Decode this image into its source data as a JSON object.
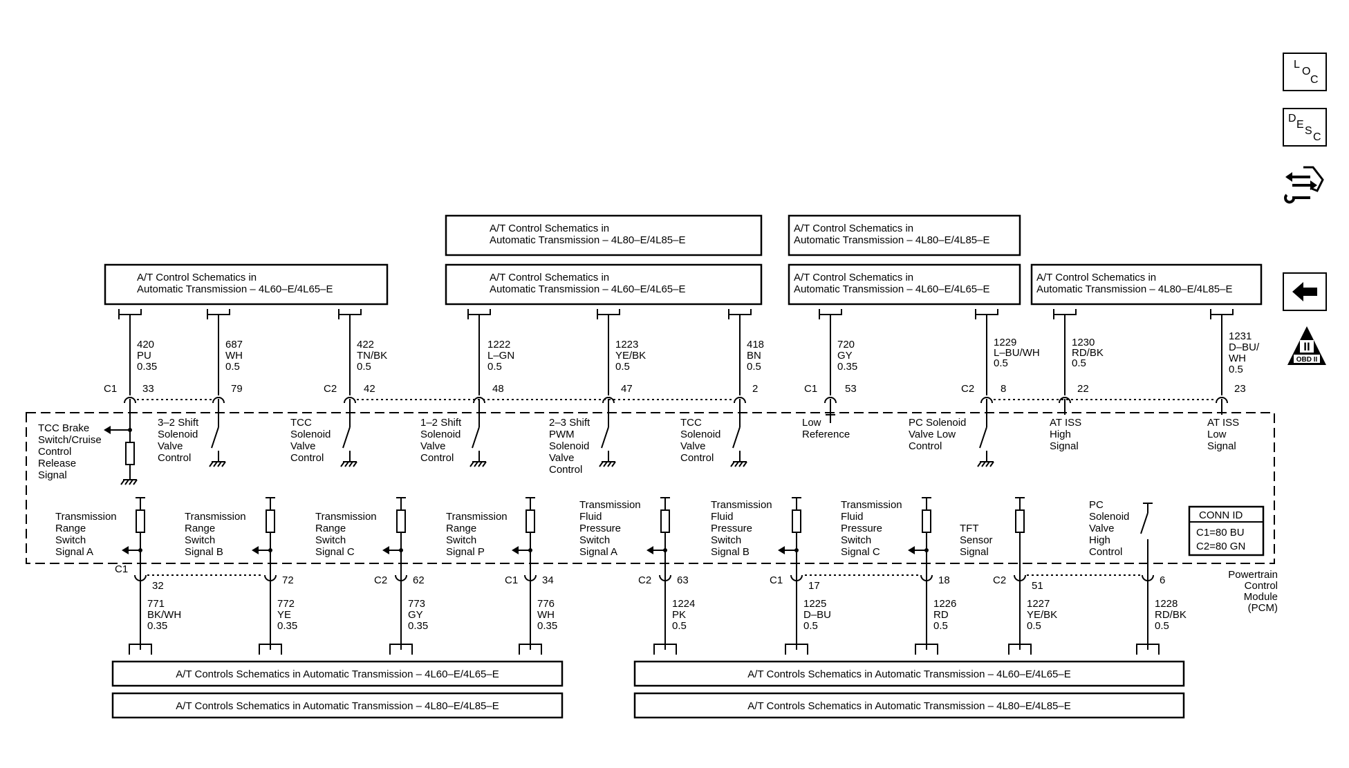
{
  "nav": {
    "loc": [
      "L",
      "O",
      "C"
    ],
    "desc": [
      "D",
      "E",
      "S",
      "C"
    ],
    "obd": "OBD II",
    "obd_roman": "II"
  },
  "top_boxes": [
    {
      "line1": "A/T Control Schematics in",
      "line2": "Automatic Transmission – 4L60–E/4L65–E"
    },
    {
      "line1": "A/T Control Schematics in",
      "line2": "Automatic Transmission – 4L80–E/4L85–E"
    },
    {
      "line1": "A/T Control Schematics in",
      "line2": "Automatic Transmission – 4L60–E/4L65–E"
    },
    {
      "line1": "A/T Control Schematics in",
      "line2": "Automatic Transmission – 4L80–E/4L85–E"
    },
    {
      "line1": "A/T Control Schematics in",
      "line2": "Automatic Transmission – 4L60–E/4L65–E"
    },
    {
      "line1": "A/T Control Schematics in",
      "line2": "Automatic Transmission – 4L80–E/4L85–E"
    }
  ],
  "top_wires": [
    {
      "circuit": "420",
      "color": "PU",
      "gauge": "0.35",
      "conn": "C1",
      "pin": "33"
    },
    {
      "circuit": "687",
      "color": "WH",
      "gauge": "0.5",
      "conn": "",
      "pin": "79"
    },
    {
      "circuit": "422",
      "color": "TN/BK",
      "gauge": "0.5",
      "conn": "C2",
      "pin": "42"
    },
    {
      "circuit": "1222",
      "color": "L–GN",
      "gauge": "0.5",
      "conn": "",
      "pin": "48"
    },
    {
      "circuit": "1223",
      "color": "YE/BK",
      "gauge": "0.5",
      "conn": "",
      "pin": "47"
    },
    {
      "circuit": "418",
      "color": "BN",
      "gauge": "0.5",
      "conn": "",
      "pin": "2"
    },
    {
      "circuit": "720",
      "color": "GY",
      "gauge": "0.35",
      "conn": "C1",
      "pin": "53"
    },
    {
      "circuit": "1229",
      "color": "L–BU/WH",
      "gauge": "0.5",
      "conn": "C2",
      "pin": "8"
    },
    {
      "circuit": "1230",
      "color": "RD/BK",
      "gauge": "0.5",
      "conn": "",
      "pin": "22"
    },
    {
      "circuit": "1231",
      "color": "D–BU/",
      "color2": "WH",
      "gauge": "0.5",
      "conn": "",
      "pin": "23"
    }
  ],
  "top_labels": [
    [
      "TCC Brake",
      "Switch/Cruise",
      "Control",
      "Release",
      "Signal"
    ],
    [
      "3–2 Shift",
      "Solenoid",
      "Valve",
      "Control"
    ],
    [
      "TCC",
      "Solenoid",
      "Valve",
      "Control"
    ],
    [
      "1–2 Shift",
      "Solenoid",
      "Valve",
      "Control"
    ],
    [
      "2–3 Shift",
      "PWM",
      "Solenoid",
      "Valve",
      "Control"
    ],
    [
      "TCC",
      "Solenoid",
      "Valve",
      "Control"
    ],
    [
      "Low",
      "Reference"
    ],
    [
      "PC Solenoid",
      "Valve Low",
      "Control"
    ],
    [
      "AT ISS",
      "High",
      "Signal"
    ],
    [
      "AT ISS",
      "Low",
      "Signal"
    ]
  ],
  "bottom_labels": [
    [
      "Transmission",
      "Range",
      "Switch",
      "Signal A"
    ],
    [
      "Transmission",
      "Range",
      "Switch",
      "Signal B"
    ],
    [
      "Transmission",
      "Range",
      "Switch",
      "Signal C"
    ],
    [
      "Transmission",
      "Range",
      "Switch",
      "Signal P"
    ],
    [
      "Transmission",
      "Fluid",
      "Pressure",
      "Switch",
      "Signal A"
    ],
    [
      "Transmission",
      "Fluid",
      "Pressure",
      "Switch",
      "Signal B"
    ],
    [
      "Transmission",
      "Fluid",
      "Pressure",
      "Switch",
      "Signal C"
    ],
    [
      "TFT",
      "Sensor",
      "Signal"
    ],
    [
      "PC",
      "Solenoid",
      "Valve",
      "High",
      "Control"
    ]
  ],
  "bottom_wires": [
    {
      "circuit": "771",
      "color": "BK/WH",
      "gauge": "0.35",
      "conn": "C1",
      "pin": "32"
    },
    {
      "circuit": "772",
      "color": "YE",
      "gauge": "0.35",
      "conn": "",
      "pin": "72"
    },
    {
      "circuit": "773",
      "color": "GY",
      "gauge": "0.35",
      "conn": "C2",
      "pin": "62"
    },
    {
      "circuit": "776",
      "color": "WH",
      "gauge": "0.35",
      "conn": "C1",
      "pin": "34"
    },
    {
      "circuit": "1224",
      "color": "PK",
      "gauge": "0.5",
      "conn": "C2",
      "pin": "63"
    },
    {
      "circuit": "1225",
      "color": "D–BU",
      "gauge": "0.5",
      "conn": "C1",
      "pin": "17"
    },
    {
      "circuit": "1226",
      "color": "RD",
      "gauge": "0.5",
      "conn": "",
      "pin": "18"
    },
    {
      "circuit": "1227",
      "color": "YE/BK",
      "gauge": "0.5",
      "conn": "C2",
      "pin": "51"
    },
    {
      "circuit": "1228",
      "color": "RD/BK",
      "gauge": "0.5",
      "conn": "",
      "pin": "6"
    }
  ],
  "conn_id": {
    "title": "CONN ID",
    "c1": "C1=80 BU",
    "c2": "C2=80 GN"
  },
  "module": [
    "Powertrain",
    "Control",
    "Module",
    "(PCM)"
  ],
  "bottom_boxes": [
    "A/T Controls Schematics in Automatic Transmission – 4L60–E/4L65–E",
    "A/T Controls Schematics in Automatic Transmission – 4L80–E/4L85–E",
    "A/T Controls Schematics in Automatic Transmission – 4L60–E/4L65–E",
    "A/T Controls Schematics in Automatic Transmission – 4L80–E/4L85–E"
  ]
}
